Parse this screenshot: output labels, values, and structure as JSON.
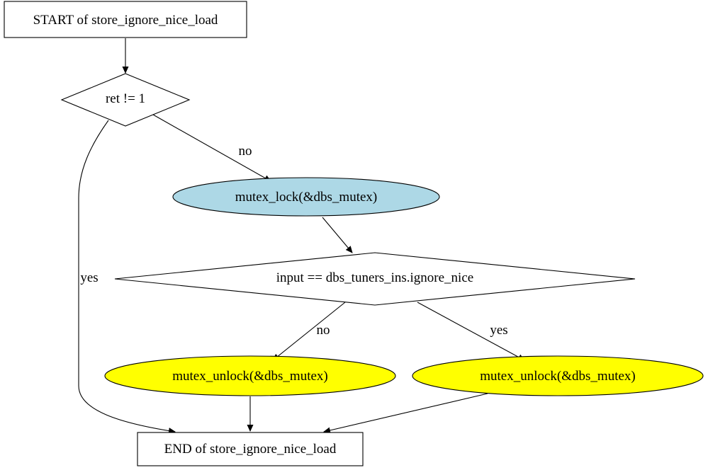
{
  "diagram": {
    "nodes": {
      "start": {
        "label": "START of store_ignore_nice_load"
      },
      "check_ret": {
        "label": "ret != 1"
      },
      "lock": {
        "label": "mutex_lock(&dbs_mutex)"
      },
      "check_input": {
        "label": "input == dbs_tuners_ins.ignore_nice"
      },
      "unlock_no": {
        "label": "mutex_unlock(&dbs_mutex)"
      },
      "unlock_yes": {
        "label": "mutex_unlock(&dbs_mutex)"
      },
      "end": {
        "label": "END of store_ignore_nice_load"
      }
    },
    "edges": {
      "ret_no": {
        "label": "no"
      },
      "ret_yes": {
        "label": "yes"
      },
      "input_no": {
        "label": "no"
      },
      "input_yes": {
        "label": "yes"
      }
    }
  },
  "colors": {
    "lock_fill": "#add8e6",
    "unlock_fill": "#ffff00",
    "default_fill": "#ffffff",
    "stroke": "#000000"
  }
}
